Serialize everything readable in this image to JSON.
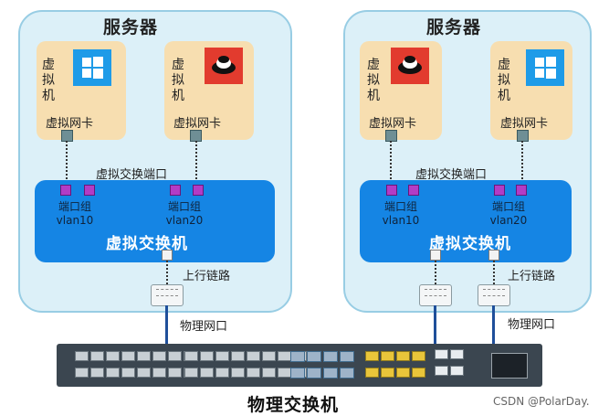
{
  "servers": [
    {
      "title": "服务器",
      "vms": [
        {
          "vertical_label": [
            "虚",
            "拟",
            "机"
          ],
          "nic_label": "虚拟网卡",
          "os_icon": "windows-icon"
        },
        {
          "vertical_label": [
            "虚",
            "拟",
            "机"
          ],
          "nic_label": "虚拟网卡",
          "os_icon": "redhat-icon"
        }
      ],
      "vswitch_port_label": "虚拟交换端口",
      "port_groups": [
        {
          "name": "端口组",
          "vlan": "vlan10"
        },
        {
          "name": "端口组",
          "vlan": "vlan20"
        }
      ],
      "vswitch_label": "虚拟交换机",
      "uplink_label": "上行链路",
      "physical_port_label": "物理网口"
    },
    {
      "title": "服务器",
      "vms": [
        {
          "vertical_label": [
            "虚",
            "拟",
            "机"
          ],
          "nic_label": "虚拟网卡",
          "os_icon": "redhat-icon"
        },
        {
          "vertical_label": [
            "虚",
            "拟",
            "机"
          ],
          "nic_label": "虚拟网卡",
          "os_icon": "windows-icon"
        }
      ],
      "vswitch_port_label": "虚拟交换端口",
      "port_groups": [
        {
          "name": "端口组",
          "vlan": "vlan10"
        },
        {
          "name": "端口组",
          "vlan": "vlan20"
        }
      ],
      "vswitch_label": "虚拟交换机",
      "uplink_label": "上行链路",
      "physical_port_label": "物理网口"
    }
  ],
  "physical_switch_label": "物理交换机",
  "watermark": "CSDN @PolarDay.",
  "colors": {
    "server_bg": "#dcf0f8",
    "vm_bg": "#f7deb0",
    "vswitch": "#1585e4",
    "port_group_port": "#b23cc6",
    "windows": "#1e9be8",
    "redhat": "#e23b2e"
  }
}
